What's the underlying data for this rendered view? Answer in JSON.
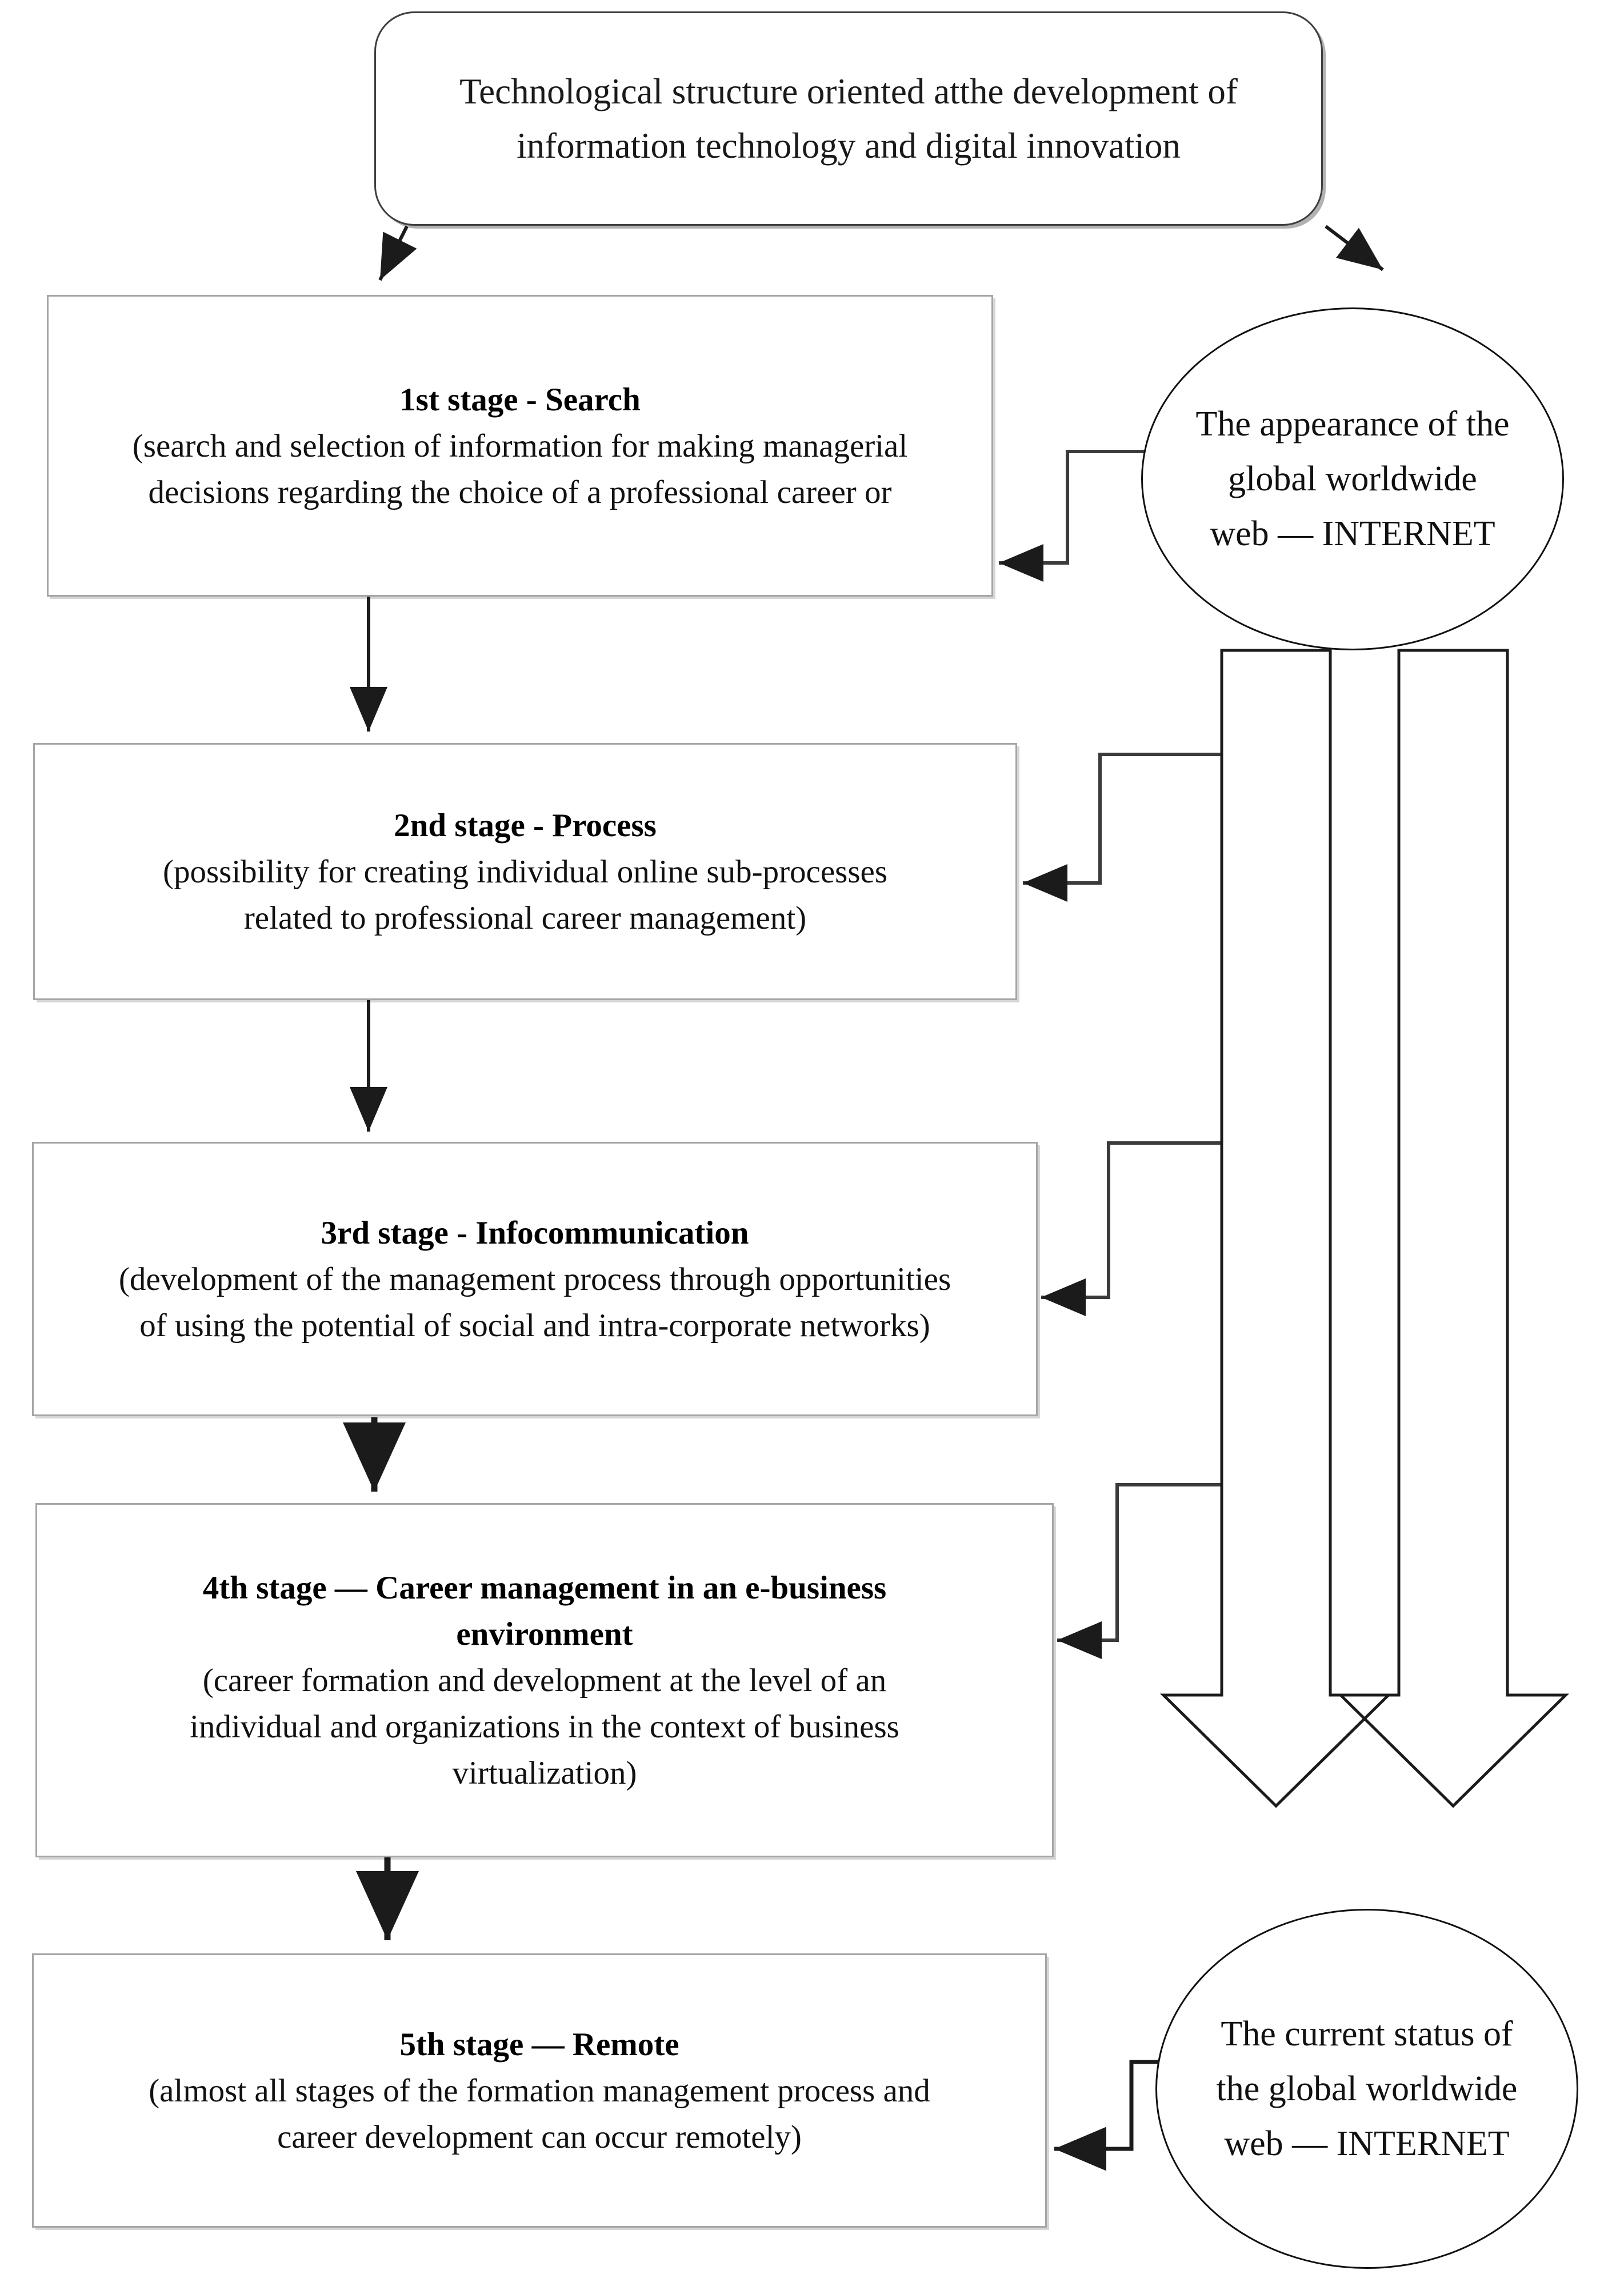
{
  "diagram": {
    "title_box": {
      "lines": [
        "Technological structure oriented atthe development of",
        "information technology and digital innovation"
      ]
    },
    "stages": [
      {
        "id": "stage-1",
        "heading": "1st stage - Search",
        "body": [
          "(search and selection of information for making managerial",
          "decisions regarding the choice of a professional career or"
        ]
      },
      {
        "id": "stage-2",
        "heading": "2nd stage - Process",
        "body": [
          "(possibility for creating individual online sub-processes",
          "related to professional career management)"
        ]
      },
      {
        "id": "stage-3",
        "heading": "3rd stage - Infocommunication",
        "body": [
          "(development of the management process through opportunities",
          "of using the potential of social and intra-corporate networks)"
        ]
      },
      {
        "id": "stage-4",
        "heading": "4th stage — Career management in an e-business",
        "heading2": "environment",
        "body": [
          "(career formation and development at the level of an",
          "individual and organizations in the context of business",
          "virtualization)"
        ]
      },
      {
        "id": "stage-5",
        "heading": "5th stage — Remote",
        "body": [
          "(almost all stages of the formation management process and",
          "career development can occur remotely)"
        ]
      }
    ],
    "ellipses": [
      {
        "id": "ellipse-appearance",
        "lines": [
          "The appearance of the",
          "global worldwide",
          "web — INTERNET"
        ]
      },
      {
        "id": "ellipse-current-status",
        "lines": [
          "The current status of",
          "the global worldwide",
          "web — INTERNET"
        ]
      }
    ],
    "colors": {
      "box_border": "#a6a6a6",
      "rounded_border": "#3f3f3f",
      "ellipse_border": "#111111",
      "connector": "#2b2b2b",
      "text": "#111111",
      "background": "#ffffff"
    }
  }
}
